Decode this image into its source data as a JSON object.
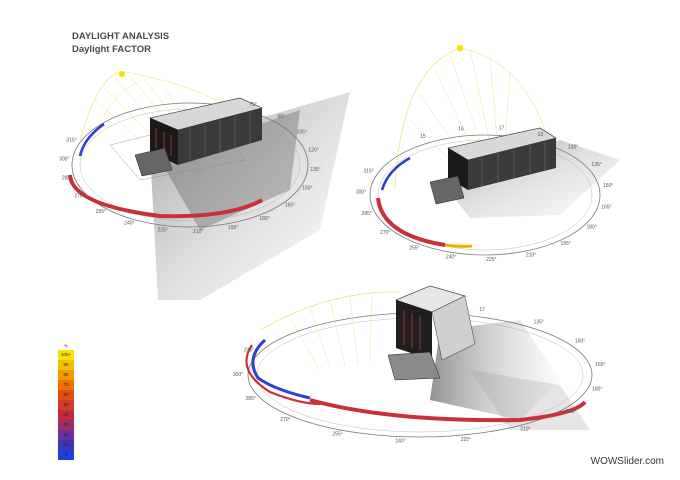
{
  "title": {
    "line1": "DAYLIGHT ANALYSIS",
    "line2": "Daylight FACTOR"
  },
  "legend": {
    "unit": "%",
    "items": [
      {
        "label": "100+",
        "color": "#f5e400"
      },
      {
        "label": "90",
        "color": "#f4bf00"
      },
      {
        "label": "80",
        "color": "#f29a00"
      },
      {
        "label": "70",
        "color": "#ef7300"
      },
      {
        "label": "60",
        "color": "#e44d18"
      },
      {
        "label": "50",
        "color": "#d53a2a"
      },
      {
        "label": "40",
        "color": "#c32a3e"
      },
      {
        "label": "30",
        "color": "#9b2c6e"
      },
      {
        "label": "20",
        "color": "#6f2e9a"
      },
      {
        "label": "10",
        "color": "#3f34b9"
      },
      {
        "label": "0",
        "color": "#1e3fd8"
      }
    ]
  },
  "views": [
    {
      "name": "view-top-left",
      "ticks": [
        "75°",
        "90°",
        "105°",
        "120°",
        "135°",
        "150°",
        "165°",
        "180°",
        "195°",
        "210°",
        "225°",
        "240°",
        "255°",
        "270°",
        "285°",
        "300°",
        "315°"
      ]
    },
    {
      "name": "view-top-right",
      "ticks": [
        "15",
        "16",
        "17",
        "13",
        "120°",
        "135°",
        "150°",
        "165°",
        "180°",
        "195°",
        "210°",
        "225°",
        "240°",
        "255°",
        "270°",
        "285°",
        "300°",
        "315°"
      ]
    },
    {
      "name": "view-bottom",
      "ticks": [
        "17",
        "135°",
        "150°",
        "165°",
        "180°",
        "195°",
        "210°",
        "225°",
        "240°",
        "255°",
        "270°",
        "285°",
        "300°",
        "315°"
      ]
    }
  ],
  "watermark": "WOWSlider.com",
  "colors": {
    "path_hot": "#c9303a",
    "path_cold": "#2f3fd0",
    "sunpath": "#e8e88a",
    "sun": "#f2e600",
    "ring": "#777777"
  }
}
